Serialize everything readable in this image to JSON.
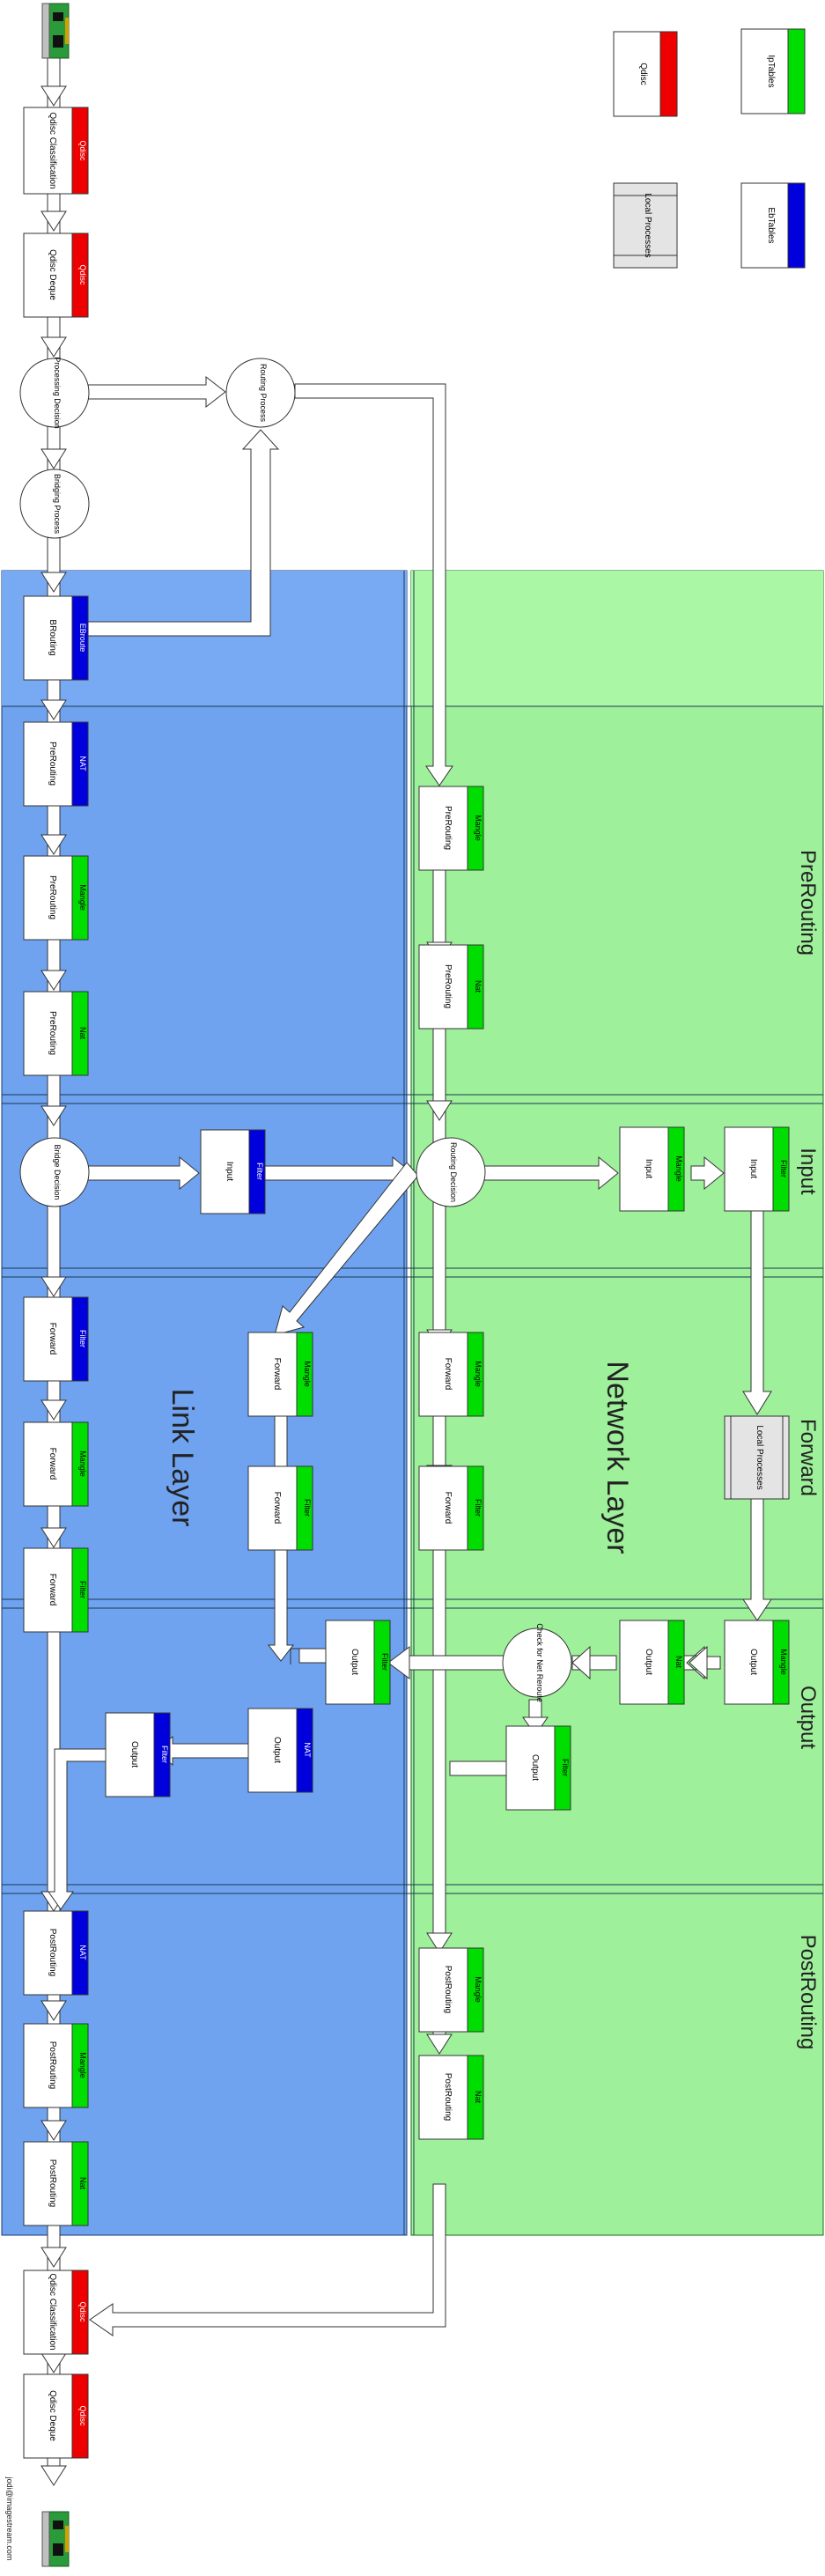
{
  "colors": {
    "ebtables_blue": "#0000dd",
    "iptables_green": "#00dd00",
    "qdisc_red": "#ee0000",
    "link_layer_bg": "#6fa3f0",
    "network_layer_bg": "#9ef09a",
    "local_process_gray": "#e4e4e4"
  },
  "legend": {
    "qdisc": "Qdisc",
    "iptables": "IpTables",
    "local_processes": "Local Processes",
    "ebtables": "EbTables"
  },
  "layers": {
    "link": "Link Layer",
    "network": "Network Layer"
  },
  "sections": {
    "prerouting": "PreRouting",
    "input": "Input",
    "forward": "Forward",
    "output": "Output",
    "postrouting": "PostRouting"
  },
  "nodes": {
    "qdisc_class_in": "Qdisc Classification",
    "qdisc_deque_in": "Qdisc Deque",
    "processing_decision": "Processing Decision",
    "bridging_process": "Bridging Process",
    "routing_process": "Routing Process",
    "brouting": "BRouting",
    "l_pre_1": "PreRouting",
    "l_pre_2": "PreRouting",
    "l_pre_3": "PreRouting",
    "bridge_decision": "Bridge Decision",
    "l_input": "Input",
    "l_fwd_1": "Forward",
    "l_fwd_2": "Forward",
    "l_fwd_3": "Forward",
    "l_fwd_4": "Forward",
    "l_fwd_5": "Forward",
    "l_out_1": "Output",
    "l_out_2": "Output",
    "l_out_3": "Output",
    "l_post_1": "PostRouting",
    "l_post_2": "PostRouting",
    "l_post_3": "PostRouting",
    "n_pre_1": "PreRouting",
    "n_pre_2": "PreRouting",
    "routing_decision": "Routing Decision",
    "n_input_1": "Input",
    "n_input_2": "Input",
    "local_processes": "Local Processes",
    "n_fwd_1": "Forward",
    "n_fwd_2": "Forward",
    "n_out_1": "Output",
    "n_out_2": "Output",
    "check_reroute": "Check for Net Reroute",
    "n_out_3": "Output",
    "n_post_1": "PostRouting",
    "n_post_2": "PostRouting",
    "qdisc_class_out": "Qdisc Classification",
    "qdisc_deque_out": "Qdisc Deque"
  },
  "tags": {
    "ebroute": "EBroute",
    "nat": "NAT",
    "mangle": "Mangle",
    "nat_ip": "Nat",
    "filter": "Filter",
    "qdisc": "Qdisc"
  },
  "author": "jodi@imagestream.com"
}
